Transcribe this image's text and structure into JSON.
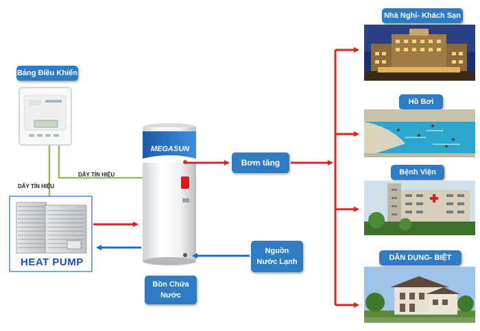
{
  "labels": {
    "control_panel": "Bảng Điều Khiển",
    "signal_wire_1": "DÂY TÍN HIỆU",
    "signal_wire_2": "DÂY TÍN HIỆU",
    "heat_pump": "HEAT PUMP",
    "booster_pump": "Bơm tăng",
    "cold_water_source": "Nguồn Nước Lạnh",
    "tank": "Bồn Chứa Nước",
    "brand": "MEGASUN"
  },
  "destinations": [
    {
      "label": "Nhà Nghỉ- Khách Sạn"
    },
    {
      "label": "Hồ Bơi"
    },
    {
      "label": "Bệnh Viện"
    },
    {
      "label": "DÂN DỤNG- BIỆT"
    }
  ],
  "colors": {
    "hot_arrow": "#e02020",
    "cold_arrow": "#2266cc",
    "label_bg": "#2f7bc4",
    "signal_wire": "#9ab95c",
    "heat_pump_text": "#1a4fa6"
  }
}
